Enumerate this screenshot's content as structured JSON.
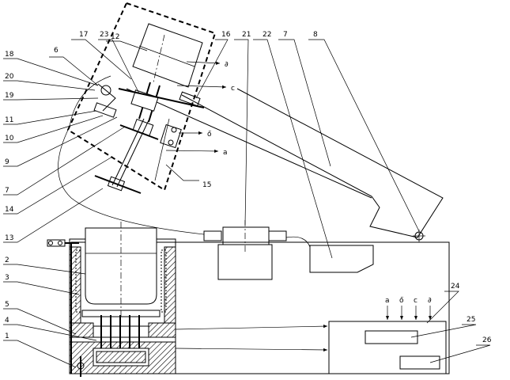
{
  "labels": {
    "n1": "1",
    "n2": "2",
    "n3": "3",
    "n4": "4",
    "n5": "5",
    "n6": "6",
    "n7a": "7",
    "n7b": "7",
    "n8": "8",
    "n9": "9",
    "n10": "10",
    "n11": "11",
    "n12": "12",
    "n13": "13",
    "n14": "14",
    "n15": "15",
    "n16": "16",
    "n17": "17",
    "n18": "18",
    "n19": "19",
    "n20": "20",
    "n21": "21",
    "n22": "22",
    "n23": "23",
    "n24": "24",
    "n25": "25",
    "n26": "26"
  },
  "signals": {
    "a": "a",
    "b": "ő",
    "c": "c",
    "d": "∂",
    "in_a": "a",
    "in_b": "ő",
    "in_c": "c",
    "in_d": "∂"
  }
}
